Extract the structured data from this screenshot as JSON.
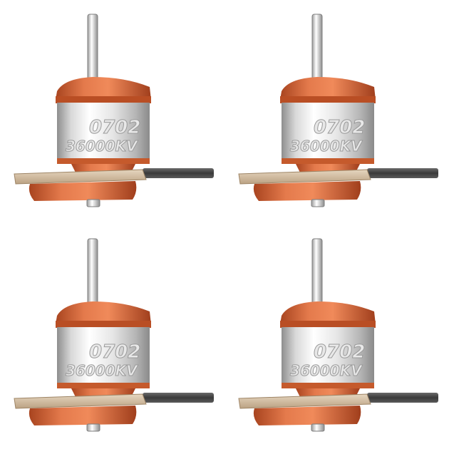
{
  "motors": [
    {
      "model": "0702",
      "kv": "36000KV"
    },
    {
      "model": "0702",
      "kv": "36000KV"
    },
    {
      "model": "0702",
      "kv": "36000KV"
    },
    {
      "model": "0702",
      "kv": "36000KV"
    }
  ],
  "colors": {
    "background": "#ffffff",
    "orange": "#d9653a",
    "orange_dark": "#a8441f",
    "silver_light": "#f4f4f4",
    "silver_dark": "#9a9a9a",
    "base_plate": "#d8c3a5",
    "wire": "#4a4a4a"
  }
}
